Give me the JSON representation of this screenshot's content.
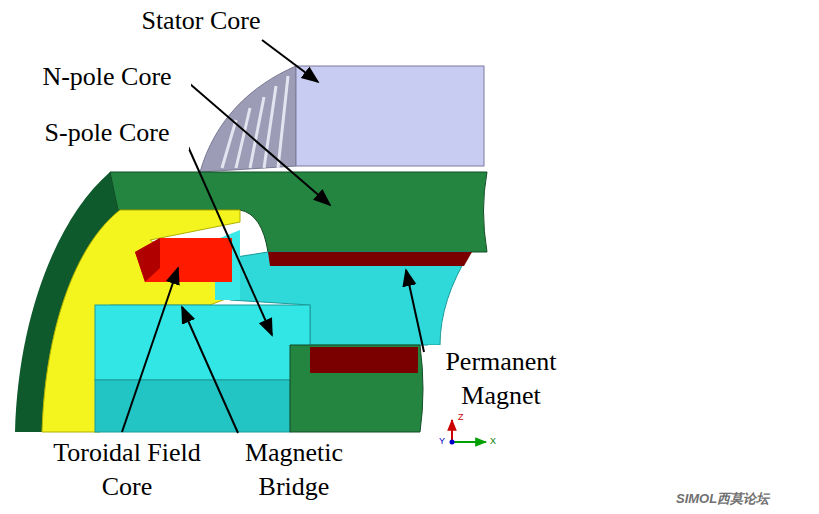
{
  "diagram": {
    "labels": [
      "Stator Core",
      "N-pole Core",
      "S-pole Core",
      "Permanent Magnet",
      "Toroidal Field Core",
      "Magnetic Bridge",
      "Z",
      "X",
      "Y",
      "SIMOL西莫论坛"
    ]
  }
}
